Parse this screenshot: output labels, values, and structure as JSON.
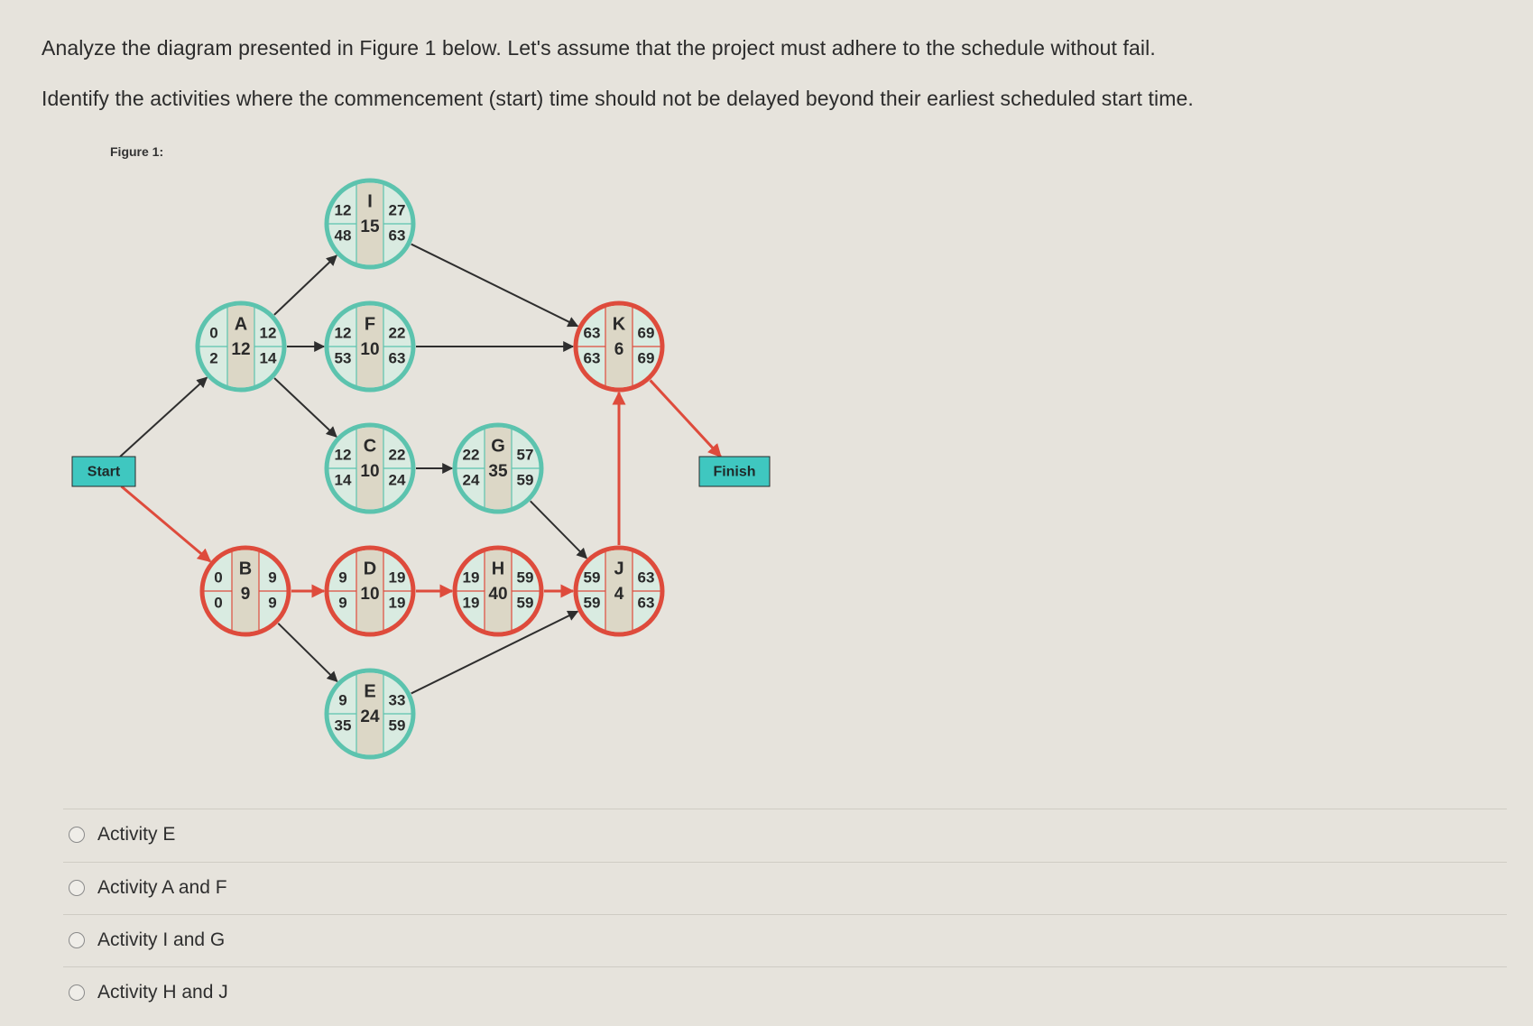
{
  "question": {
    "line1": "Analyze the diagram presented in Figure 1 below. Let's assume that the project must adhere to the schedule without fail.",
    "line2": "Identify the activities where the commencement (start) time should not be delayed beyond their earliest scheduled start time."
  },
  "figure": {
    "label": "Figure 1:",
    "start_label": "Start",
    "finish_label": "Finish",
    "colors": {
      "critical": "#de4b3c",
      "noncritical": "#5cc3ae",
      "node_fill": "#d9ebe1",
      "node_center": "#dcd7c6",
      "box": "#3fc7c0",
      "arrow": "#2e2e2e"
    },
    "nodes": [
      {
        "id": "I",
        "es": "12",
        "ls": "48",
        "dur": "15",
        "ef": "27",
        "lf": "63",
        "critical": false
      },
      {
        "id": "A",
        "es": "0",
        "ls": "2",
        "dur": "12",
        "ef": "12",
        "lf": "14",
        "critical": false
      },
      {
        "id": "F",
        "es": "12",
        "ls": "53",
        "dur": "10",
        "ef": "22",
        "lf": "63",
        "critical": false
      },
      {
        "id": "K",
        "es": "63",
        "ls": "63",
        "dur": "6",
        "ef": "69",
        "lf": "69",
        "critical": true
      },
      {
        "id": "C",
        "es": "12",
        "ls": "14",
        "dur": "10",
        "ef": "22",
        "lf": "24",
        "critical": false
      },
      {
        "id": "G",
        "es": "22",
        "ls": "24",
        "dur": "35",
        "ef": "57",
        "lf": "59",
        "critical": false
      },
      {
        "id": "B",
        "es": "0",
        "ls": "0",
        "dur": "9",
        "ef": "9",
        "lf": "9",
        "critical": true
      },
      {
        "id": "D",
        "es": "9",
        "ls": "9",
        "dur": "10",
        "ef": "19",
        "lf": "19",
        "critical": true
      },
      {
        "id": "H",
        "es": "19",
        "ls": "19",
        "dur": "40",
        "ef": "59",
        "lf": "59",
        "critical": true
      },
      {
        "id": "J",
        "es": "59",
        "ls": "59",
        "dur": "4",
        "ef": "63",
        "lf": "63",
        "critical": true
      },
      {
        "id": "E",
        "es": "9",
        "ls": "35",
        "dur": "24",
        "ef": "33",
        "lf": "59",
        "critical": false
      }
    ],
    "edges": [
      {
        "from": "Start",
        "to": "A",
        "critical": false
      },
      {
        "from": "Start",
        "to": "B",
        "critical": true
      },
      {
        "from": "A",
        "to": "I",
        "critical": false
      },
      {
        "from": "A",
        "to": "F",
        "critical": false
      },
      {
        "from": "A",
        "to": "C",
        "critical": false
      },
      {
        "from": "I",
        "to": "K",
        "critical": false
      },
      {
        "from": "F",
        "to": "K",
        "critical": false
      },
      {
        "from": "C",
        "to": "G",
        "critical": false
      },
      {
        "from": "G",
        "to": "J",
        "critical": false
      },
      {
        "from": "B",
        "to": "D",
        "critical": true
      },
      {
        "from": "B",
        "to": "E",
        "critical": false
      },
      {
        "from": "D",
        "to": "H",
        "critical": true
      },
      {
        "from": "H",
        "to": "J",
        "critical": true
      },
      {
        "from": "E",
        "to": "J",
        "critical": false
      },
      {
        "from": "J",
        "to": "K",
        "critical": true
      },
      {
        "from": "K",
        "to": "Finish",
        "critical": true
      }
    ]
  },
  "options": [
    {
      "label": "Activity E"
    },
    {
      "label": "Activity A and F"
    },
    {
      "label": "Activity I and G"
    },
    {
      "label": "Activity H and J"
    }
  ]
}
